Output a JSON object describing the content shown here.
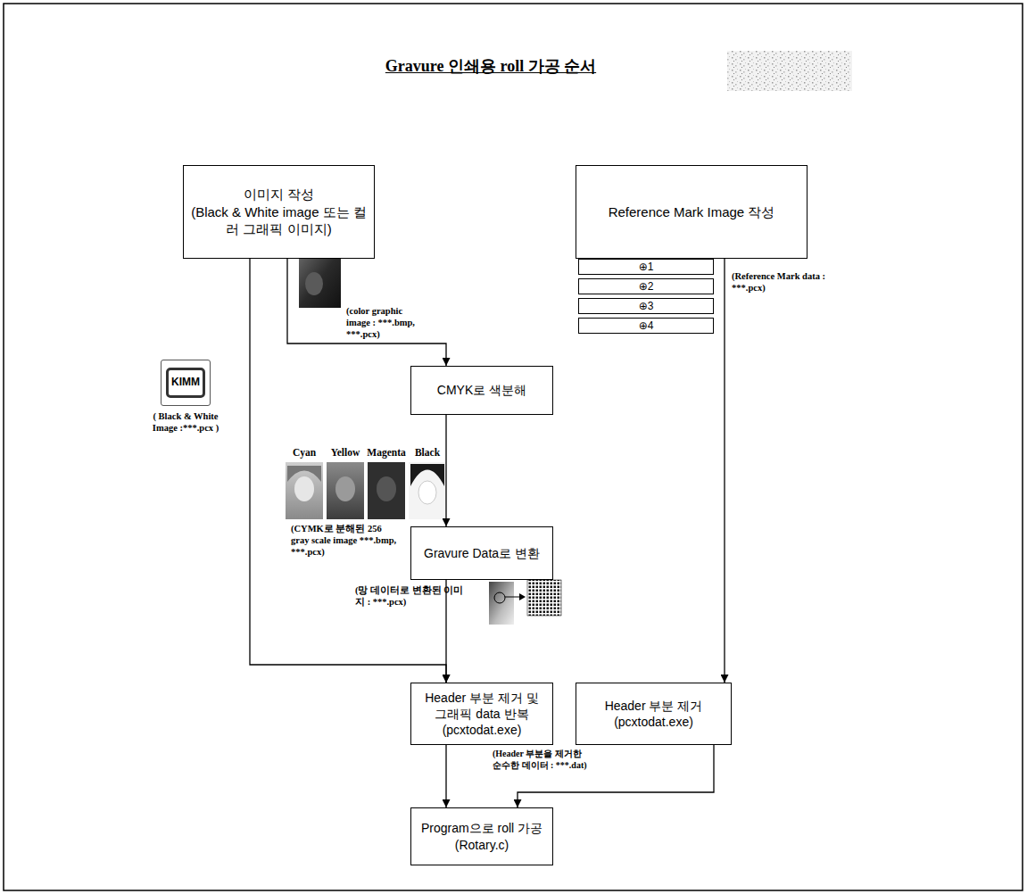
{
  "diagram": {
    "title": "Gravure 인쇄용 roll 가공 순서",
    "nodes": [
      {
        "text": [
          "이미지 작성",
          "(Black & White image 또는 컬러 그래픽 이미지)"
        ]
      },
      {
        "text": [
          "Reference Mark Image 작성"
        ]
      },
      {
        "text": [
          "⊕1"
        ]
      },
      {
        "text": [
          "⊕2"
        ]
      },
      {
        "text": [
          "⊕3"
        ]
      },
      {
        "text": [
          "⊕4"
        ]
      },
      {
        "text": [
          "KIMM"
        ]
      },
      {
        "text": [
          "CMYK로 색분해"
        ]
      },
      {
        "text": [
          "Gravure Data로 변환"
        ]
      },
      {
        "text": [
          "Header 부분 제거 및 그래픽 data 반복",
          "(pcxtodat.exe)"
        ]
      },
      {
        "text": [
          "Header 부분 제거",
          "(pcxtodat.exe)"
        ]
      },
      {
        "text": [
          "Program으로 roll 가공",
          "(Rotary.c)"
        ]
      }
    ],
    "edges": [
      {
        "from": 0,
        "to": 7,
        "arrow": "to"
      },
      {
        "from": 0,
        "to": 9,
        "arrow": "to"
      },
      {
        "from": 7,
        "to": 8,
        "arrow": "to"
      },
      {
        "from": 8,
        "to": 9,
        "arrow": "to"
      },
      {
        "from": 1,
        "to": 10,
        "arrow": "to"
      },
      {
        "from": 9,
        "to": 11,
        "arrow": "to"
      },
      {
        "from": 10,
        "to": 11,
        "arrow": "to"
      }
    ],
    "labels": [
      "(color graphic image : ***.bmp, ***.pcx)",
      "(Reference Mark data : ***.pcx)",
      "( Black & White Image :***.pcx )",
      "Cyan",
      "Yellow",
      "Magenta",
      "Black",
      "(CYMK로 분해된 256 gray scale image ***.bmp, ***.pcx)",
      "(망 데이터로 변환된 이미지 : ***.pcx)",
      "(Header 부분을 제거한 순수한 데이터 : ***.dat)"
    ]
  }
}
